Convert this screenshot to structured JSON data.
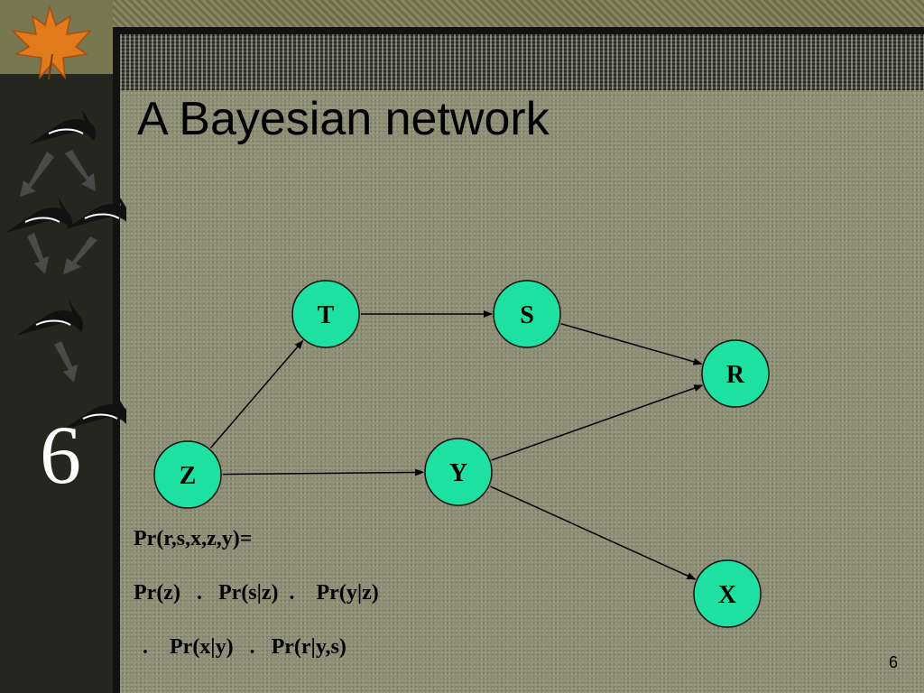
{
  "slide": {
    "title": "A Bayesian network",
    "section_number": "6",
    "page_number": "6"
  },
  "diagram": {
    "node_color": "#1ee0a0",
    "nodes": [
      {
        "id": "T",
        "label": "T"
      },
      {
        "id": "S",
        "label": "S"
      },
      {
        "id": "R",
        "label": "R"
      },
      {
        "id": "Z",
        "label": "Z"
      },
      {
        "id": "Y",
        "label": "Y"
      },
      {
        "id": "X",
        "label": "X"
      }
    ],
    "edges": [
      {
        "from": "Z",
        "to": "T"
      },
      {
        "from": "T",
        "to": "S"
      },
      {
        "from": "S",
        "to": "R"
      },
      {
        "from": "Z",
        "to": "Y"
      },
      {
        "from": "Y",
        "to": "R"
      },
      {
        "from": "Y",
        "to": "X"
      }
    ]
  },
  "formula": {
    "line1": "Pr(r,s,x,z,y)=",
    "line2": "Pr(z)   .   Pr(s|z)  .    Pr(y|z)",
    "line3": ".    Pr(x|y)   .   Pr(r|y,s)"
  },
  "decorations": {
    "sidebar_icons": [
      "maple-leaf-icon",
      "marlin-fish-icon",
      "marlin-fish-icon",
      "marlin-fish-icon",
      "marlin-fish-icon",
      "marlin-fish-icon",
      "arrow-down-icon"
    ]
  }
}
